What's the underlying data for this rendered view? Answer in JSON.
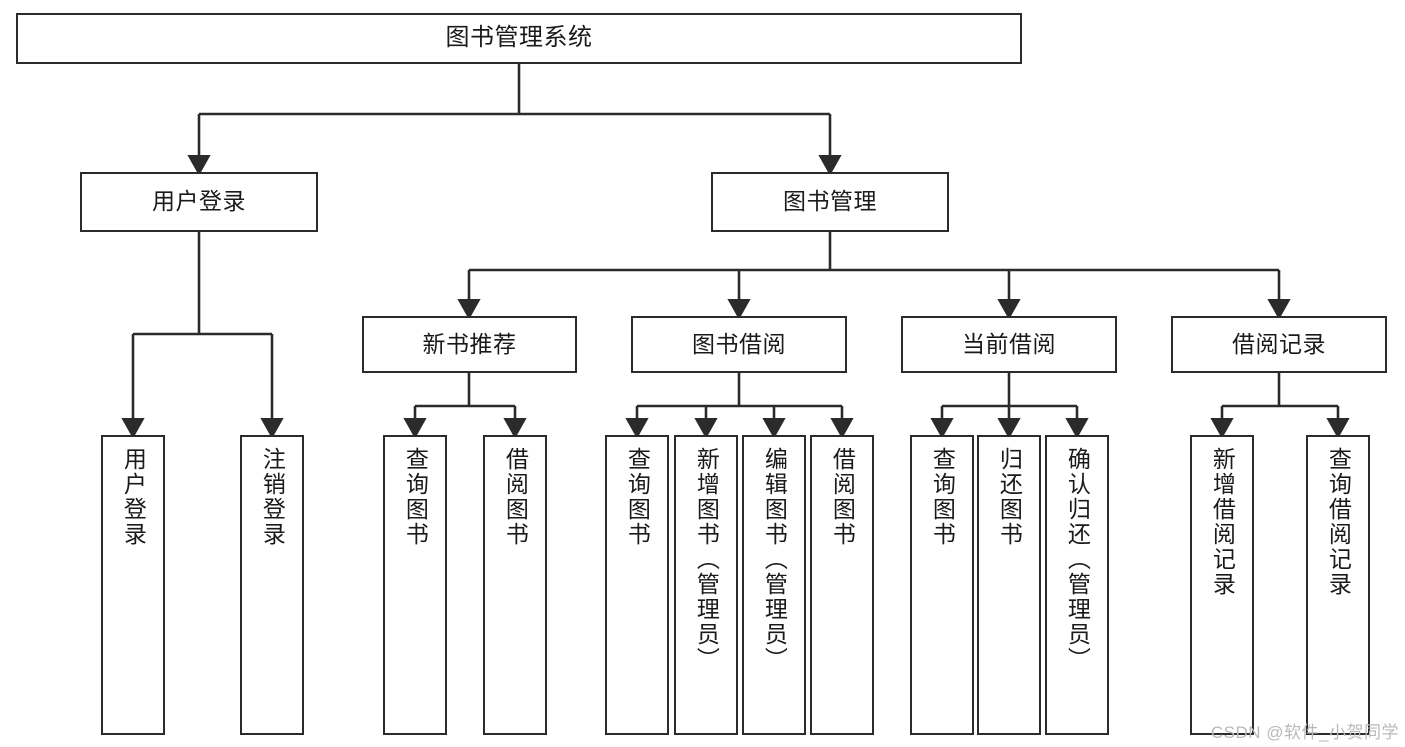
{
  "diagram": {
    "title": "图书管理系统",
    "type": "tree-hierarchy",
    "stroke_color": "#2b2b2b",
    "fill_color": "#ffffff",
    "text_color": "#1a1a1a",
    "root": {
      "label": "图书管理系统"
    },
    "level2": [
      {
        "label": "用户登录"
      },
      {
        "label": "图书管理"
      }
    ],
    "level3": [
      {
        "label": "新书推荐"
      },
      {
        "label": "图书借阅"
      },
      {
        "label": "当前借阅"
      },
      {
        "label": "借阅记录"
      }
    ],
    "leaves": {
      "user_login": [
        {
          "label": "用户登录"
        },
        {
          "label": "注销登录"
        }
      ],
      "new_book": [
        {
          "label": "查询图书"
        },
        {
          "label": "借阅图书"
        }
      ],
      "book_borrow": [
        {
          "label": "查询图书"
        },
        {
          "label": "新增图书（管理员）"
        },
        {
          "label": "编辑图书（管理员）"
        },
        {
          "label": "借阅图书"
        }
      ],
      "current_borrow": [
        {
          "label": "查询图书"
        },
        {
          "label": "归还图书"
        },
        {
          "label": "确认归还（管理员）"
        }
      ],
      "borrow_record": [
        {
          "label": "新增借阅记录"
        },
        {
          "label": "查询借阅记录"
        }
      ]
    }
  },
  "watermark": {
    "text": "CSDN @软件_小贺同学",
    "color": "#b9b9b9"
  }
}
